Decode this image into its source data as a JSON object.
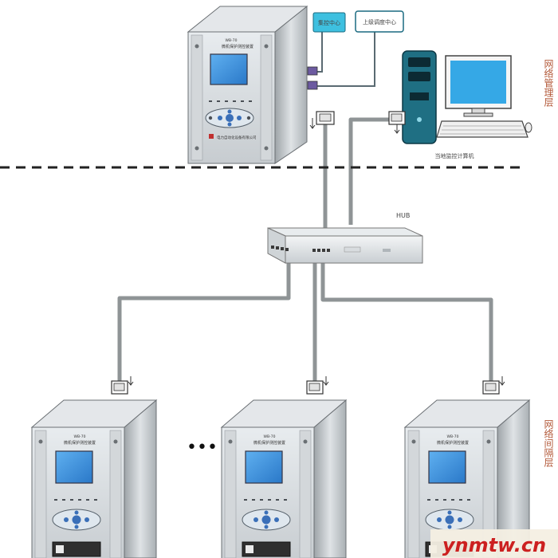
{
  "top_device": {
    "panel_title": "WB-70",
    "panel_subtitle": "微机保护测控装置",
    "company": "电力自动化设备有限公司"
  },
  "centers": [
    {
      "label": "集控中心"
    },
    {
      "label": "上级调度中心"
    }
  ],
  "workstation_label": "当地监控计算机",
  "hub_label": "HUB",
  "ellipsis": "•••",
  "layers": {
    "management": "网络管理层",
    "bay": "网络间隔层"
  },
  "bay_devices": [
    {
      "panel_title": "WB-70",
      "panel_subtitle": "微机保护测控装置"
    },
    {
      "panel_title": "WB-70",
      "panel_subtitle": "微机保护测控装置"
    },
    {
      "panel_title": "WB-70",
      "panel_subtitle": "微机保护测控装置"
    }
  ],
  "watermark": "ynmtw.cn",
  "colors": {
    "cable": "#8f9496",
    "screen": "#3a8fd8",
    "center_box": "#3ec0e0",
    "layer_text": "#b35a3a",
    "watermark": "#cc2020",
    "tower": "#1f6f83"
  }
}
